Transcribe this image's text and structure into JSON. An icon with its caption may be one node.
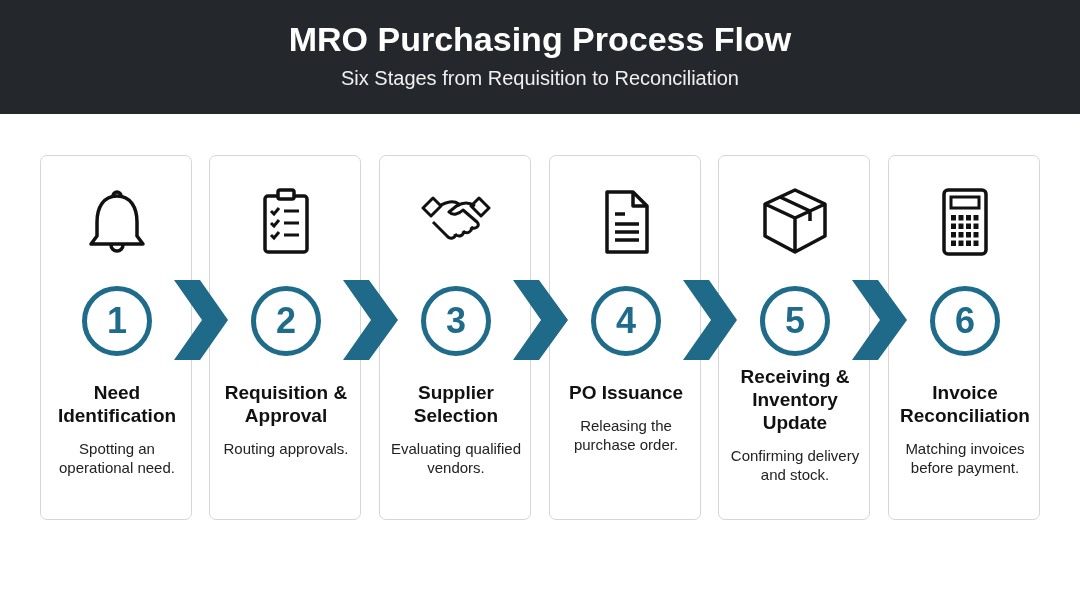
{
  "diagram": {
    "title": "MRO Purchasing Process Flow",
    "caption": "Six Stages from Requisition to Reconciliation",
    "nodes": [
      {
        "text": [
          "Need Identification",
          "Spotting an operational need."
        ]
      },
      {
        "text": [
          "1"
        ],
        "in": 0
      },
      {
        "text": [
          "Requisition & Approval",
          "Routing approvals."
        ]
      },
      {
        "text": [
          "2"
        ],
        "in": 2
      },
      {
        "text": [
          "Supplier Selection",
          "Evaluating qualified vendors."
        ]
      },
      {
        "text": [
          "3"
        ],
        "in": 4
      },
      {
        "text": [
          "PO Issuance",
          "Releasing the purchase order."
        ]
      },
      {
        "text": [
          "4"
        ],
        "in": 6
      },
      {
        "text": [
          "Receiving & Inventory Update",
          "Confirming delivery and stock."
        ]
      },
      {
        "text": [
          "5"
        ],
        "in": 8
      },
      {
        "text": [
          "Invoice Reconciliation",
          "Matching invoices before payment."
        ]
      },
      {
        "text": [
          "6"
        ],
        "in": 10
      }
    ],
    "edges": [
      {
        "from": 0,
        "to": 2,
        "arrow": "to"
      },
      {
        "from": 2,
        "to": 4,
        "arrow": "to"
      },
      {
        "from": 4,
        "to": 6,
        "arrow": "to"
      },
      {
        "from": 6,
        "to": 8,
        "arrow": "to"
      },
      {
        "from": 8,
        "to": 10,
        "arrow": "to"
      }
    ]
  }
}
